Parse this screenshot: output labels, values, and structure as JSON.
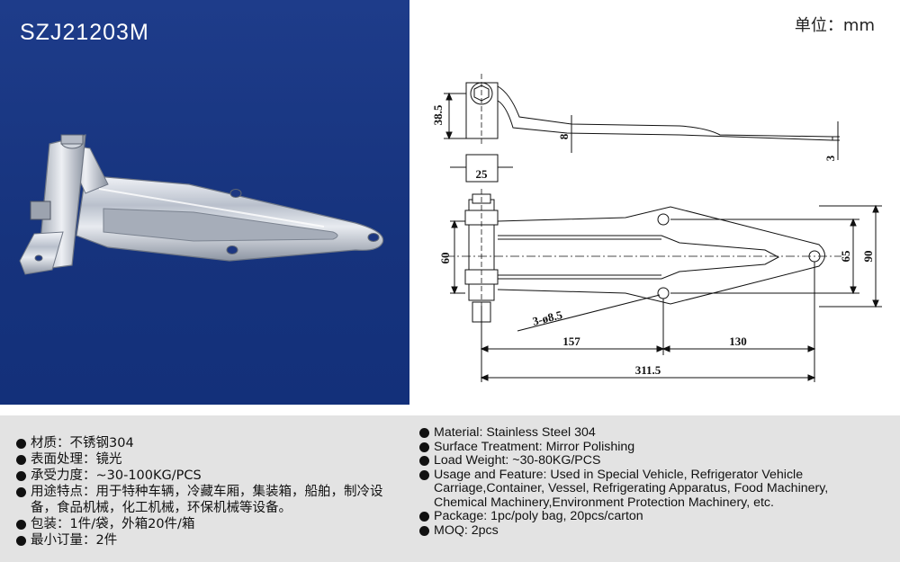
{
  "header": {
    "model_code": "SZJ21203M",
    "unit_label": "单位：mm"
  },
  "drawing": {
    "dim_height": "38.5",
    "dim_thickness_8": "8",
    "dim_thickness_3": "3",
    "dim_pin_width": "25",
    "dim_leaf_width": "60",
    "dim_hole_spacing": "65",
    "dim_total_width": "90",
    "dim_holes": "3-ø8.5",
    "dim_offset_157": "157",
    "dim_offset_130": "130",
    "dim_total_length": "311.5"
  },
  "specs_zh": [
    {
      "label": "材质：不锈钢304"
    },
    {
      "label": "表面处理：镜光"
    },
    {
      "label": "承受力度：~30-100KG/PCS"
    },
    {
      "label": "用途特点：用于特种车辆，冷藏车厢，集装箱，船舶，制冷设备，食品机械，化工机械，环保机械等设备。"
    },
    {
      "label": "包装：1件/袋，外箱20件/箱"
    },
    {
      "label": "最小订量：2件"
    }
  ],
  "specs_en": [
    {
      "label": "Material: Stainless Steel 304"
    },
    {
      "label": "Surface Treatment: Mirror Polishing"
    },
    {
      "label": "Load Weight: ~30-80KG/PCS"
    },
    {
      "label": "Usage and Feature: Used in Special Vehicle, Refrigerator Vehicle Carriage,Container, Vessel, Refrigerating Apparatus, Food Machinery, Chemical Machinery,Environment Protection Machinery, etc."
    },
    {
      "label": "Package: 1pc/poly bag, 20pcs/carton"
    },
    {
      "label": "MOQ: 2pcs"
    }
  ]
}
